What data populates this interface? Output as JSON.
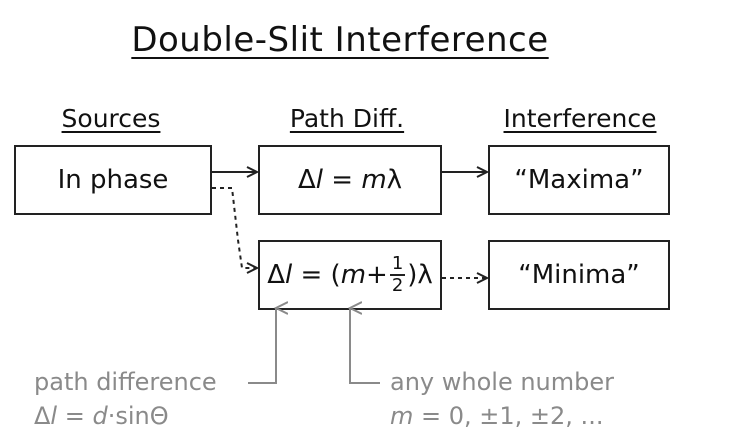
{
  "title": "Double-Slit Interference",
  "headers": {
    "sources": "Sources",
    "path_diff": "Path Diff.",
    "interference": "Interference"
  },
  "boxes": {
    "in_phase": "In phase",
    "max_delta": "Δ",
    "max_l": "l",
    "max_eq": " = ",
    "max_m": "m",
    "max_lambda": "λ",
    "min_delta": "Δ",
    "min_l": "l",
    "min_eq": " = (",
    "min_m": "m",
    "min_plus": "+",
    "min_num": "1",
    "min_den": "2",
    "min_close": ")λ",
    "maxima": "“Maxima”",
    "minima": "“Minima”"
  },
  "notes": {
    "path_difference_label": "path difference",
    "formula_delta": "Δ",
    "formula_l": "l",
    "formula_eq": " = ",
    "formula_d": "d",
    "formula_rest": "·sinΘ",
    "whole_number_label": "any whole number",
    "m_var": "m",
    "m_values": " = 0, ±1, ±2, ..."
  },
  "colors": {
    "line": "#222222",
    "annotation": "#8a8a8a"
  }
}
